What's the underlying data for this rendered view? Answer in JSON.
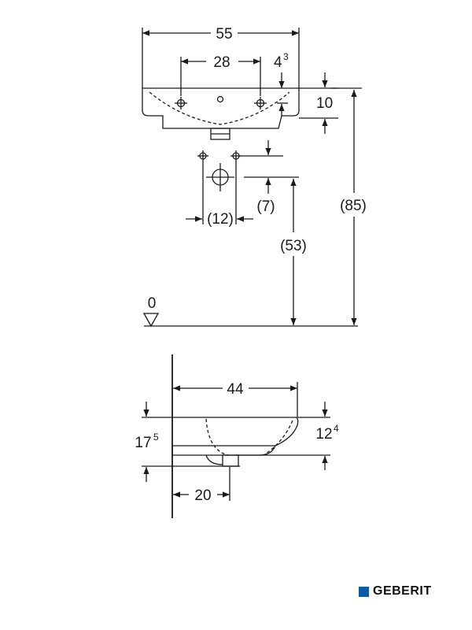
{
  "top_view": {
    "overall_width": "55",
    "tap_hole_spacing": "28",
    "edge_offset_main": "4",
    "edge_offset_sup": "3",
    "rim_height": "10",
    "total_height": "(85)",
    "waste_spacing": "(12)",
    "waste_offset": "(7)",
    "waste_height": "(53)",
    "floor_level": "0"
  },
  "side_view": {
    "depth": "44",
    "height_left_main": "17",
    "height_left_sup": "5",
    "height_right_main": "12",
    "height_right_sup": "4",
    "waste_distance": "20"
  },
  "brand": {
    "name": "GEBERIT",
    "color": "#0a5aa8"
  }
}
